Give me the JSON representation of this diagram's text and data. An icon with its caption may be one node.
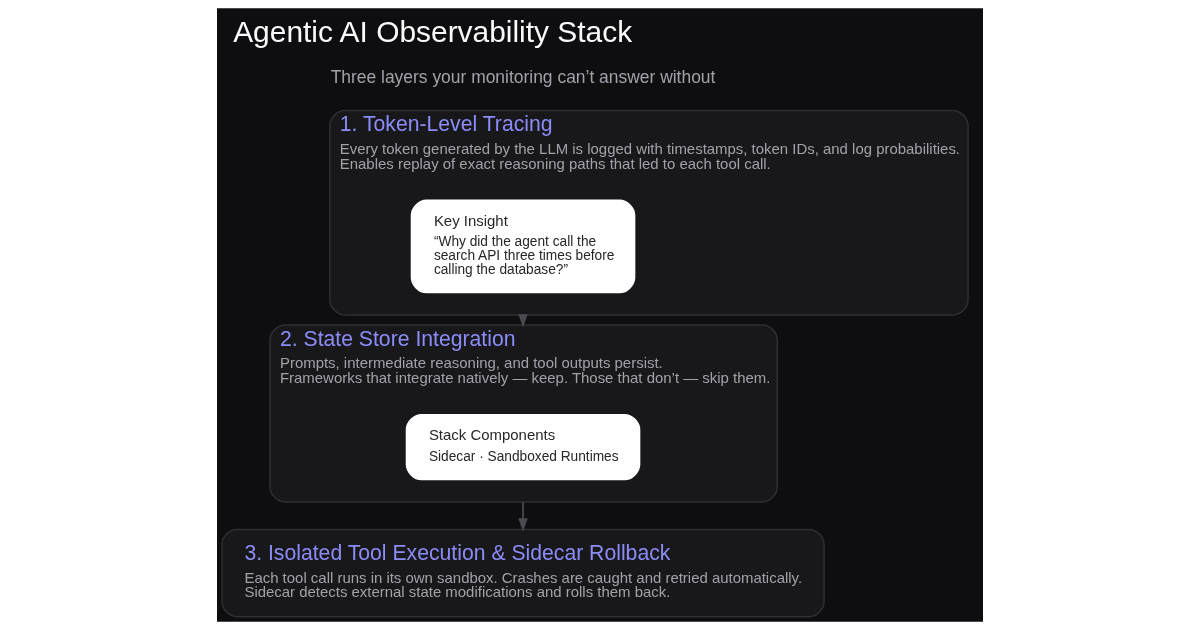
{
  "diagram": {
    "title": "Agentic AI Observability Stack",
    "nodes": [
      {
        "text": [
          "1. Token-Level Tracing",
          "Every token generated by the LLM is logged with timestamps, token IDs, and log probabilities.",
          "Enables replay of exact reasoning paths that led to each tool call."
        ]
      },
      {
        "text": [
          "Key Insight",
          "“Why did the agent call the search API three times before calling the database?”"
        ],
        "in": 0
      },
      {
        "text": [
          "2. State Store Integration",
          "Prompts, intermediate reasoning, and tool outputs persist.",
          "Frameworks that integrate natively — keep. Those that don’t — skip them."
        ]
      },
      {
        "text": [
          "Stack Components",
          "Sidecar · Sandboxed Runtimes"
        ],
        "in": 2
      },
      {
        "text": [
          "3. Isolated Tool Execution & Sidecar Rollback",
          "Each tool call runs in its own sandbox. Crashes are caught and retried automatically.",
          "Sidecar detects external state modifications and rolls them back."
        ]
      }
    ],
    "edges": [
      {
        "from": 0,
        "to": 2,
        "arrow": "to"
      },
      {
        "from": 2,
        "to": 4,
        "arrow": "to"
      }
    ],
    "labels": [
      "Three layers your monitoring can’t answer without"
    ]
  }
}
